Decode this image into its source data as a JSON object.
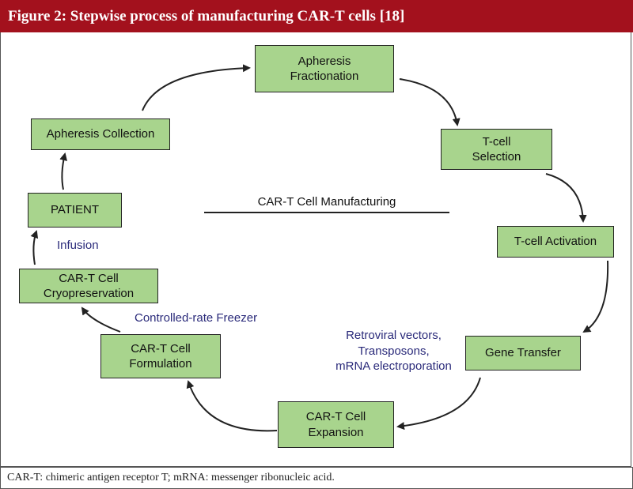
{
  "figure_title": "Figure 2: Stepwise process of manufacturing CAR-T cells [18]",
  "center_title": "CAR-T Cell Manufacturing",
  "steps": {
    "apheresis_fractionation": [
      "Apheresis",
      "Fractionation"
    ],
    "tcell_selection": [
      "T-cell",
      "Selection"
    ],
    "tcell_activation": [
      "T-cell Activation"
    ],
    "gene_transfer": [
      "Gene Transfer"
    ],
    "expansion": [
      "CAR-T Cell",
      "Expansion"
    ],
    "formulation": [
      "CAR-T Cell",
      "Formulation"
    ],
    "cryopreservation": [
      "CAR-T Cell",
      "Cryopreservation"
    ],
    "patient": [
      "PATIENT"
    ],
    "apheresis_collection": [
      "Apheresis Collection"
    ]
  },
  "notes": {
    "gene_transfer_methods": [
      "Retroviral vectors,",
      "Transposons,",
      "mRNA electroporation"
    ],
    "freezer": "Controlled-rate Freezer",
    "infusion": "Infusion"
  },
  "footnote": "CAR-T: chimeric antigen receptor T; mRNA: messenger ribonucleic acid.",
  "colors": {
    "header": "#a3111d",
    "box_fill": "#a8d48d",
    "note_text": "#2a2a7a"
  }
}
